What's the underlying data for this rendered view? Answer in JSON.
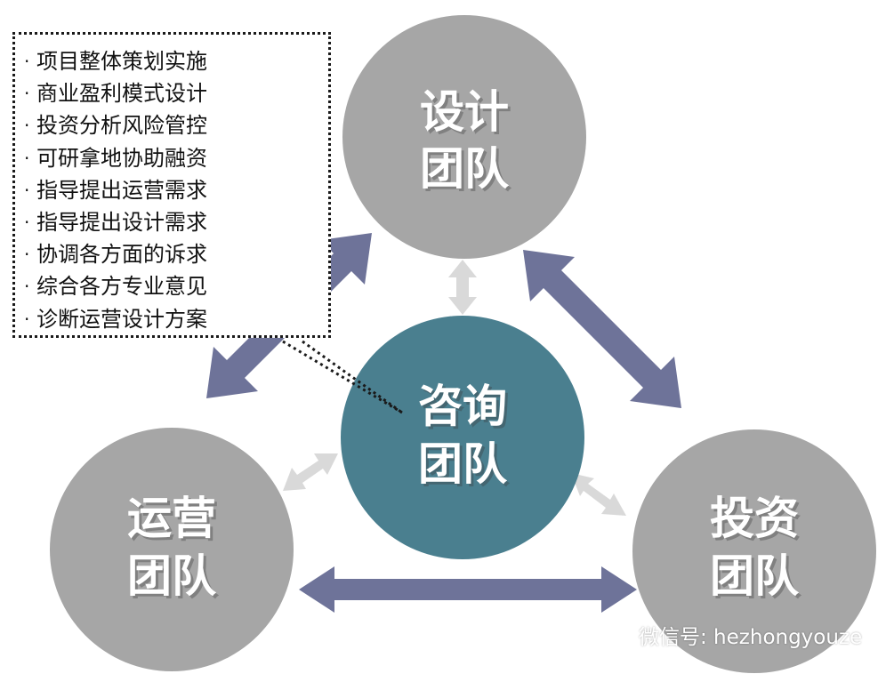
{
  "colors": {
    "team_circle": "#a6a6a6",
    "consult_circle": "#4a7f8f",
    "primary_arrow": "#6e7399",
    "secondary_arrow": "#d9d9d9",
    "text": "#ffffff"
  },
  "callout": {
    "items": [
      "项目整体策划实施",
      "商业盈利模式设计",
      "投资分析风险管控",
      "可研拿地协助融资",
      "指导提出运营需求",
      "指导提出设计需求",
      "协调各方面的诉求",
      "综合各方专业意见",
      "诊断运营设计方案"
    ]
  },
  "teams": {
    "design": {
      "line1": "设计",
      "line2": "团队"
    },
    "consult": {
      "line1": "咨询",
      "line2": "团队"
    },
    "operation": {
      "line1": "运营",
      "line2": "团队"
    },
    "investment": {
      "line1": "投资",
      "line2": "团队"
    }
  },
  "watermark": {
    "icon": "wechat-icon",
    "text": "微信号: hezhongyouze"
  }
}
